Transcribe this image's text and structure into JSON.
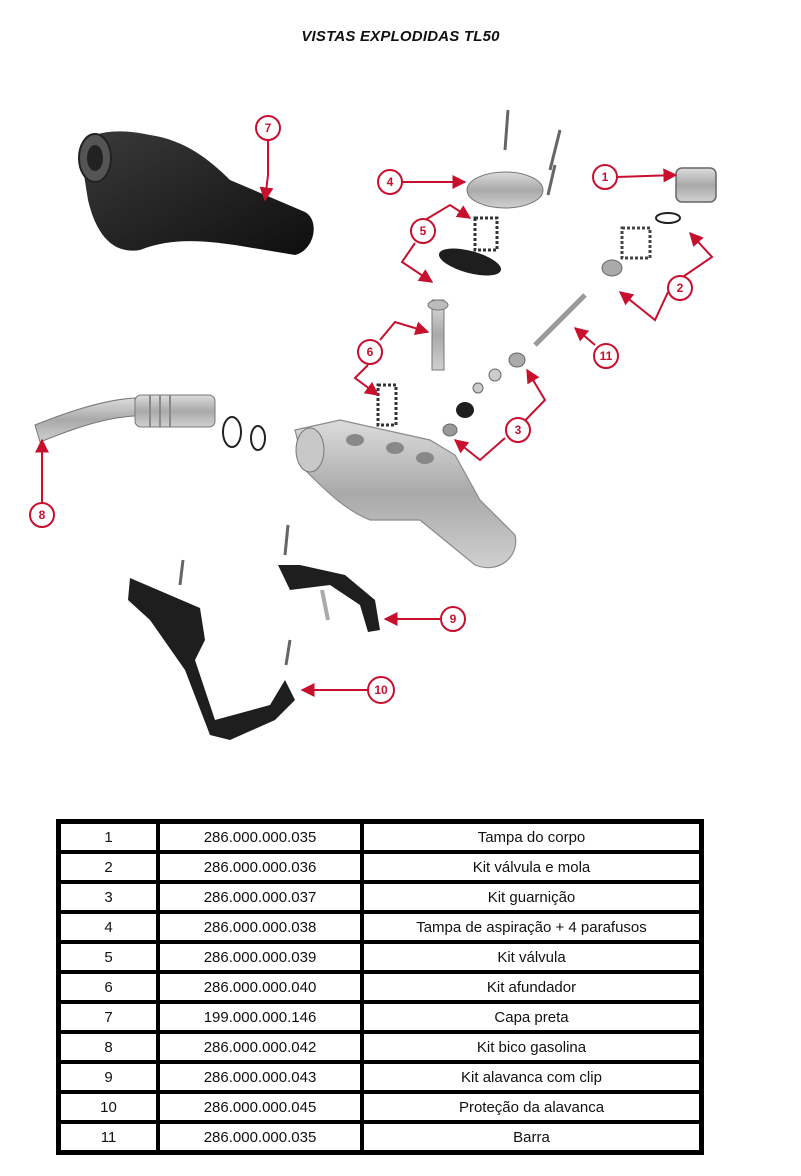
{
  "title": "VISTAS EXPLODIDAS TL50",
  "callouts": [
    "1",
    "2",
    "3",
    "4",
    "5",
    "6",
    "7",
    "8",
    "9",
    "10",
    "11"
  ],
  "colors": {
    "callout": "#c8102e",
    "part_dark": "#1e1e1e",
    "part_metal": "#b9b9b9"
  },
  "parts_table": [
    {
      "item": "1",
      "code": "286.000.000.035",
      "description": "Tampa do corpo"
    },
    {
      "item": "2",
      "code": "286.000.000.036",
      "description": "Kit válvula e mola"
    },
    {
      "item": "3",
      "code": "286.000.000.037",
      "description": "Kit guarnição"
    },
    {
      "item": "4",
      "code": "286.000.000.038",
      "description": "Tampa de aspiração + 4 parafusos"
    },
    {
      "item": "5",
      "code": "286.000.000.039",
      "description": "Kit válvula"
    },
    {
      "item": "6",
      "code": "286.000.000.040",
      "description": "Kit afundador"
    },
    {
      "item": "7",
      "code": "199.000.000.146",
      "description": "Capa preta"
    },
    {
      "item": "8",
      "code": "286.000.000.042",
      "description": "Kit bico gasolina"
    },
    {
      "item": "9",
      "code": "286.000.000.043",
      "description": "Kit alavanca com clip"
    },
    {
      "item": "10",
      "code": "286.000.000.045",
      "description": "Proteção da alavanca"
    },
    {
      "item": "11",
      "code": "286.000.000.035",
      "description": "Barra"
    }
  ]
}
